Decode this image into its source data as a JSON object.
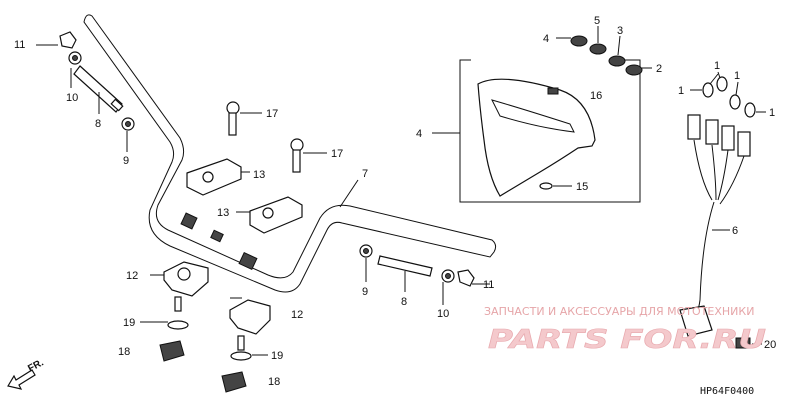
{
  "callouts": [
    {
      "id": "c11a",
      "text": "11"
    },
    {
      "id": "c10a",
      "text": "10"
    },
    {
      "id": "c8a",
      "text": "8"
    },
    {
      "id": "c9a",
      "text": "9"
    },
    {
      "id": "c17a",
      "text": "17"
    },
    {
      "id": "c13a",
      "text": "13"
    },
    {
      "id": "c17b",
      "text": "17"
    },
    {
      "id": "c13b",
      "text": "13"
    },
    {
      "id": "c7",
      "text": "7"
    },
    {
      "id": "c12a",
      "text": "12"
    },
    {
      "id": "c19a",
      "text": "19"
    },
    {
      "id": "c18a",
      "text": "18"
    },
    {
      "id": "c12b",
      "text": "12"
    },
    {
      "id": "c19b",
      "text": "19"
    },
    {
      "id": "c18b",
      "text": "18"
    },
    {
      "id": "c9b",
      "text": "9"
    },
    {
      "id": "c8b",
      "text": "8"
    },
    {
      "id": "c10b",
      "text": "10"
    },
    {
      "id": "c11b",
      "text": "11"
    },
    {
      "id": "c4a",
      "text": "4"
    },
    {
      "id": "c5",
      "text": "5"
    },
    {
      "id": "c3",
      "text": "3"
    },
    {
      "id": "c2",
      "text": "2"
    },
    {
      "id": "c16",
      "text": "16"
    },
    {
      "id": "c4b",
      "text": "4"
    },
    {
      "id": "c15",
      "text": "15"
    },
    {
      "id": "c1a",
      "text": "1"
    },
    {
      "id": "c1b",
      "text": "1"
    },
    {
      "id": "c1c",
      "text": "1"
    },
    {
      "id": "c1d",
      "text": "1"
    },
    {
      "id": "c1e",
      "text": "1"
    },
    {
      "id": "c6",
      "text": "6"
    },
    {
      "id": "c20",
      "text": "20"
    }
  ],
  "watermark": {
    "line1": "ЗАПЧАСТИ И АКСЕССУАРЫ ДЛЯ МОТОТЕХНИКИ",
    "logo": "PARTS FOR.RU"
  },
  "diagram_code": "HP64F0400",
  "direction_label": "FR."
}
